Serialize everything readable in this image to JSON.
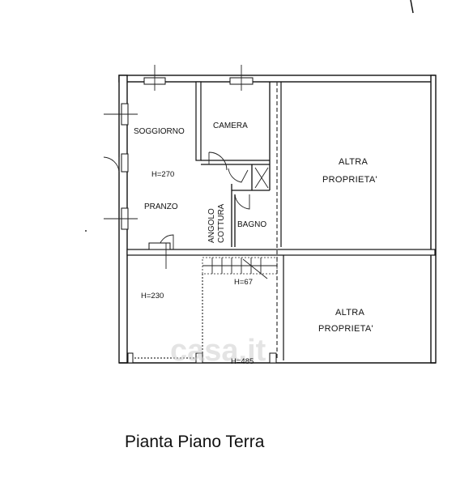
{
  "rooms": {
    "soggiorno": "SOGGIORNO",
    "camera": "CAMERA",
    "pranzo": "PRANZO",
    "angolo_line1": "ANGOLO",
    "angolo_line2": "COTTURA",
    "bagno": "BAGNO"
  },
  "heights": {
    "living": "H=270",
    "garage": "H=230",
    "stair": "H=67",
    "porch": "H=485"
  },
  "other_property": {
    "line1": "ALTRA",
    "line2": "PROPRIETA'"
  },
  "caption": "Pianta Piano Terra",
  "watermark": "casa.it"
}
